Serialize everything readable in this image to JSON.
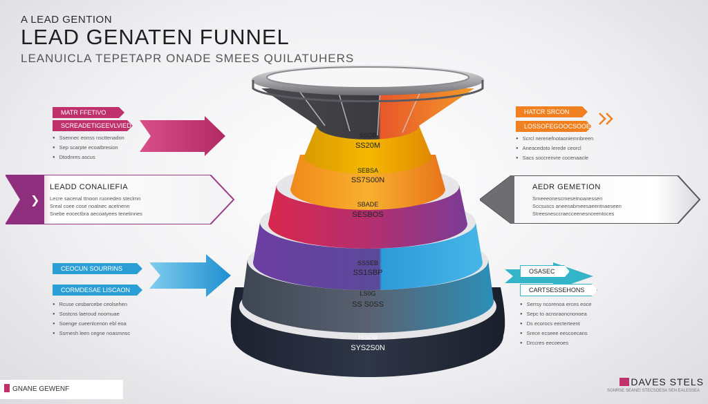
{
  "header": {
    "kicker": "A LEAD GENTION",
    "title": "LEAD GENATEN FUNNEL",
    "subtitle": "LEANUICLA TEPETAPR ONADE SMEES QUILATUHERS"
  },
  "left_top": {
    "tag1": "MATR FFETIVO",
    "tag2": "SCREADETIGEEVLVIEDS",
    "bullets": [
      "Ssennec eonss nscttenadon",
      "Sep scarpte ecoatbresion",
      "Dtodnres ascus"
    ]
  },
  "left_banner": {
    "title": "LEADD CONALIEFIA",
    "line1": "Lecre sacenal ttnoon ruonedeo steclmn",
    "line2": "Sreal coee cose noatnec acetnenn",
    "line3": "Snebe eocectbra aecoatyees tenetinnes"
  },
  "left_bottom": {
    "tag1": "CEOCUN SOURRINS",
    "tag2": "CORMDESAE LISCAON",
    "bullets": [
      "Rcuse cesbarcebe ceolsehen",
      "Sostcns laeroud noomuae",
      "Soenge cueenlcenon ebl eoa",
      "Ssrnesh leen cegne noasmnsc"
    ]
  },
  "right_top": {
    "tag1": "HATCR SRCON",
    "tag2": "LOSSOFEGOOCSOOEE",
    "bullets": [
      "Scrcl nerenefnotaoniemnbreen",
      "Aneacedoto lerede ceorcl",
      "Sacs soccrenvre cocenaacle"
    ]
  },
  "right_banner": {
    "title": "AEDR GEMETION",
    "line1": "Srneeeonescmesetnoanessen",
    "line2": "Sccsuscs aneenabmeesaeentnaeseen",
    "line3": "Streesnesccraecceenesnceentoces"
  },
  "right_bottom": {
    "tag1": "OSASEC",
    "tag2": "CARTSESSEHONS",
    "bullets": [
      "Serrsy ncorenoa erces eoce",
      "Sepc to acnsraoncnonoea",
      "Ds ecorocs eecterteent",
      "Srece ecseee eescoecans",
      "Drccres eecoeoes"
    ]
  },
  "funnel": {
    "stages": [
      {
        "label": "SSOB",
        "value": "SS20M"
      },
      {
        "label": "SEBSA",
        "value": "SS7S00N"
      },
      {
        "label": "SBADE",
        "value": "SESBOS"
      },
      {
        "label": "SSSEB",
        "value": "SS1SBP"
      },
      {
        "label": "LS0G",
        "value": "SS S0SS"
      },
      {
        "label": "ISSOB",
        "value": "SYS2S0N"
      }
    ]
  },
  "footer": {
    "left": "GNANE GEWENF",
    "right_brand": "DAVES STELS",
    "right_sub": "SGNRSE SEANEI STECSOESA SEN EALESSEA"
  },
  "colors": {
    "magenta": "#c0306a",
    "orange": "#f08020",
    "yellow": "#f5b000",
    "purple": "#6a3d9a",
    "blue": "#2a9fd6",
    "teal": "#34b4c8",
    "slate": "#3d4652",
    "navy": "#262c3a"
  }
}
